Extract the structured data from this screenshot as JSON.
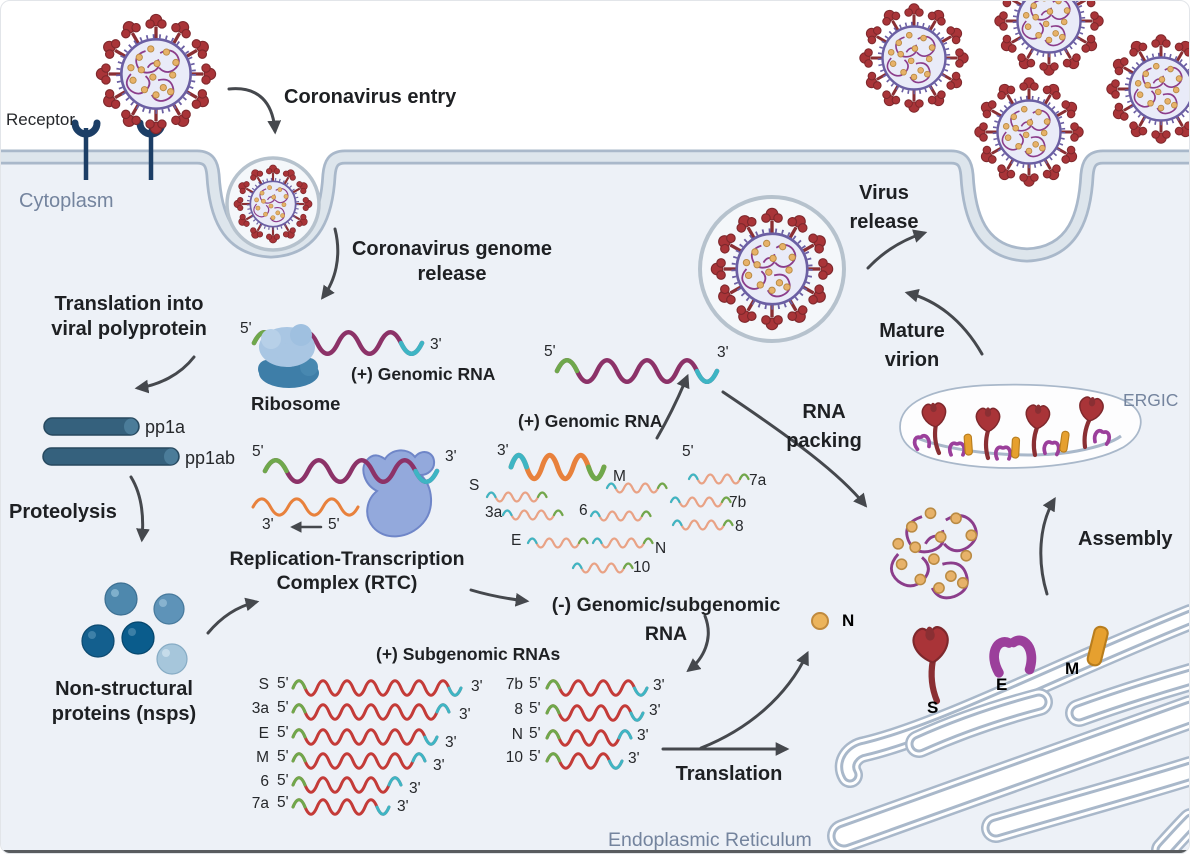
{
  "figure": {
    "subject": "Coronavirus replication cycle (cell entry to virus release)"
  },
  "labels": {
    "receptor": "Receptor",
    "cytoplasm": "Cytoplasm",
    "coronavirus_entry": "Coronavirus entry",
    "genome_release_1": "Coronavirus genome",
    "genome_release_2": "release",
    "translation_poly_1": "Translation into",
    "translation_poly_2": "viral polyprotein",
    "plus_genomic_rna": "(+) Genomic RNA",
    "ribosome": "Ribosome",
    "pp1a": "pp1a",
    "pp1ab": "pp1ab",
    "proteolysis": "Proteolysis",
    "nsps_1": "Non-structural",
    "nsps_2": "proteins (nsps)",
    "rtc_1": "Replication-Transcription",
    "rtc_2": "Complex (RTC)",
    "minus_rna_1": "(-) Genomic/subgenomic",
    "minus_rna_2": "RNA",
    "translation": "Translation",
    "endoplasmic_reticulum": "Endoplasmic Reticulum",
    "ergic": "ERGIC",
    "assembly": "Assembly",
    "rna_packing_1": "RNA",
    "rna_packing_2": "packing",
    "virus_release_1": "Virus",
    "virus_release_2": "release",
    "mature_virion_1": "Mature",
    "mature_virion_2": "virion"
  },
  "rna_ends": {
    "five": "5'",
    "three": "3'"
  },
  "proteins": {
    "n": "N",
    "s": "S",
    "e": "E",
    "m": "M"
  },
  "subgenomic_plus": {
    "header": "(+) Subgenomic RNAs",
    "col1": [
      "S",
      "3a",
      "E",
      "M",
      "6",
      "7a"
    ],
    "col2": [
      "7b",
      "8",
      "N",
      "10"
    ]
  },
  "subgenomic_minus_labels": [
    "S",
    "3a",
    "E",
    "M",
    "6",
    "N",
    "10",
    "7a",
    "7b",
    "8"
  ],
  "colors": {
    "cytoplasm_fill": "#edf1f7",
    "membrane_edge": "#a9b8ca",
    "membrane_core": "#dde5ec",
    "organelle_label": "#74849e",
    "genomic_rna_purple": "#8c3268",
    "template_orange": "#e8813c",
    "subgenomic_red": "#c43b38",
    "minus_subgenomic_salmon": "#e9a285",
    "five_prime_green": "#6fa84c",
    "three_prime_teal": "#3eb5c4",
    "spike_red": "#a93438",
    "envelope_purple": "#6b5fa3",
    "n_protein_yellow": "#e7b269",
    "e_protein_purple": "#9b3f9b",
    "m_protein_orange": "#e6a02f",
    "polyprotein_teal": "#35617d",
    "receptor_navy": "#1c3e66",
    "rtc_blob": "#93a9dc",
    "arrow": "#45484d"
  }
}
